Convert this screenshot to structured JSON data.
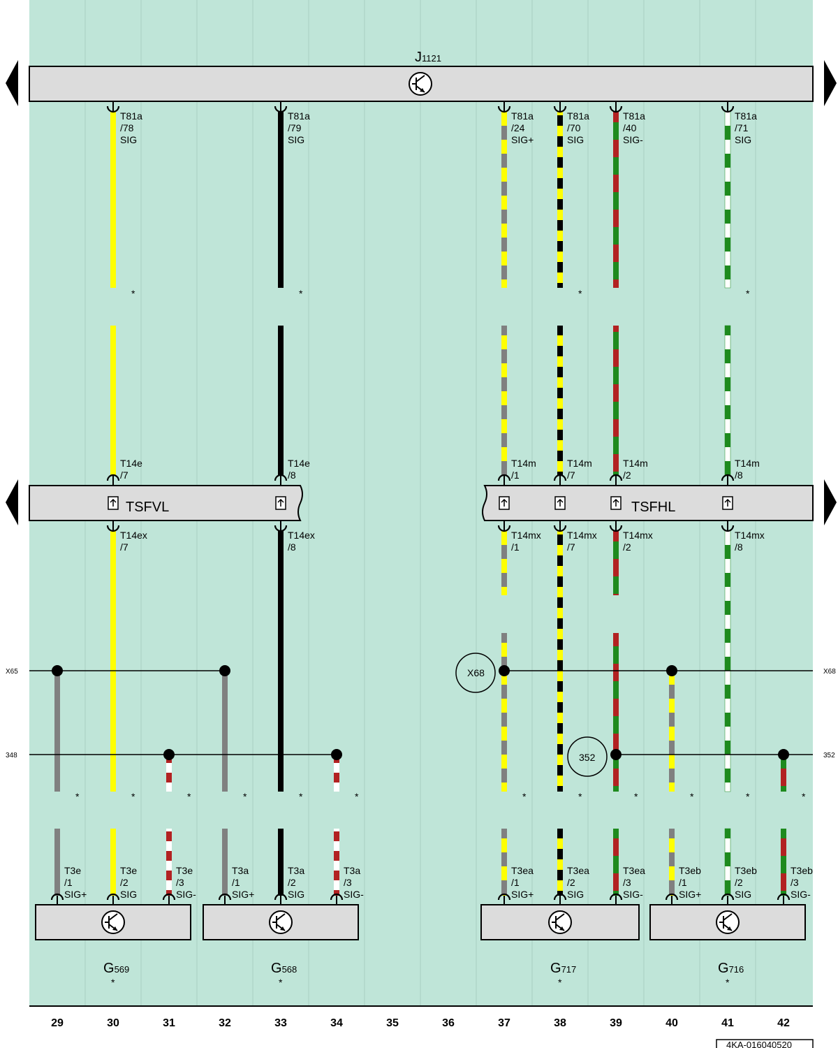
{
  "bus_top": {
    "id": "J",
    "sub": "1121"
  },
  "columns": [
    "29",
    "30",
    "31",
    "32",
    "33",
    "34",
    "35",
    "36",
    "37",
    "38",
    "39",
    "40",
    "41",
    "42"
  ],
  "connectors": {
    "top": [
      {
        "l1": "T81a",
        "l2": "/78",
        "l3": "SIG"
      },
      {
        "l1": "T81a",
        "l2": "/79",
        "l3": "SIG"
      },
      {
        "l1": "T81a",
        "l2": "/24",
        "l3": "SIG+"
      },
      {
        "l1": "T81a",
        "l2": "/70",
        "l3": "SIG"
      },
      {
        "l1": "T81a",
        "l2": "/40",
        "l3": "SIG-"
      },
      {
        "l1": "T81a",
        "l2": "/71",
        "l3": "SIG"
      }
    ],
    "mid_top": [
      {
        "l1": "T14e",
        "l2": "/7"
      },
      {
        "l1": "T14e",
        "l2": "/8"
      },
      {
        "l1": "T14m",
        "l2": "/1"
      },
      {
        "l1": "T14m",
        "l2": "/7"
      },
      {
        "l1": "T14m",
        "l2": "/2"
      },
      {
        "l1": "T14m",
        "l2": "/8"
      }
    ],
    "mid_bottom": [
      {
        "l1": "T14ex",
        "l2": "/7"
      },
      {
        "l1": "T14ex",
        "l2": "/8"
      },
      {
        "l1": "T14mx",
        "l2": "/1"
      },
      {
        "l1": "T14mx",
        "l2": "/7"
      },
      {
        "l1": "T14mx",
        "l2": "/2"
      },
      {
        "l1": "T14mx",
        "l2": "/8"
      }
    ],
    "bottom": [
      {
        "l1": "T3e",
        "l2": "/1",
        "l3": "SIG+"
      },
      {
        "l1": "T3e",
        "l2": "/2",
        "l3": "SIG"
      },
      {
        "l1": "T3e",
        "l2": "/3",
        "l3": "SIG-"
      },
      {
        "l1": "T3a",
        "l2": "/1",
        "l3": "SIG+"
      },
      {
        "l1": "T3a",
        "l2": "/2",
        "l3": "SIG"
      },
      {
        "l1": "T3a",
        "l2": "/3",
        "l3": "SIG-"
      },
      {
        "l1": "T3ea",
        "l2": "/1",
        "l3": "SIG+"
      },
      {
        "l1": "T3ea",
        "l2": "/2",
        "l3": "SIG"
      },
      {
        "l1": "T3ea",
        "l2": "/3",
        "l3": "SIG-"
      },
      {
        "l1": "T3eb",
        "l2": "/1",
        "l3": "SIG+"
      },
      {
        "l1": "T3eb",
        "l2": "/2",
        "l3": "SIG"
      },
      {
        "l1": "T3eb",
        "l2": "/3",
        "l3": "SIG-"
      }
    ]
  },
  "couplers": {
    "left": "TSFVL",
    "right": "TSFHL"
  },
  "splices": {
    "x65": "X65",
    "x68": "X68",
    "s348": "348",
    "s352": "352",
    "x68_circle": "X68",
    "s352_circle": "352"
  },
  "components": [
    {
      "id": "G",
      "sub": "569",
      "star": "*"
    },
    {
      "id": "G",
      "sub": "568",
      "star": "*"
    },
    {
      "id": "G",
      "sub": "717",
      "star": "*"
    },
    {
      "id": "G",
      "sub": "716",
      "star": "*"
    }
  ],
  "star": "*",
  "doc_code": "4KA-016040520",
  "colors": {
    "background": "#bfe5d8",
    "bus_fill": "#dcdcdc",
    "yellow": "#ffff00",
    "black": "#000000",
    "grey": "#808080",
    "red": "#b22222",
    "green": "#1e8a1e",
    "white": "#ffffff"
  }
}
